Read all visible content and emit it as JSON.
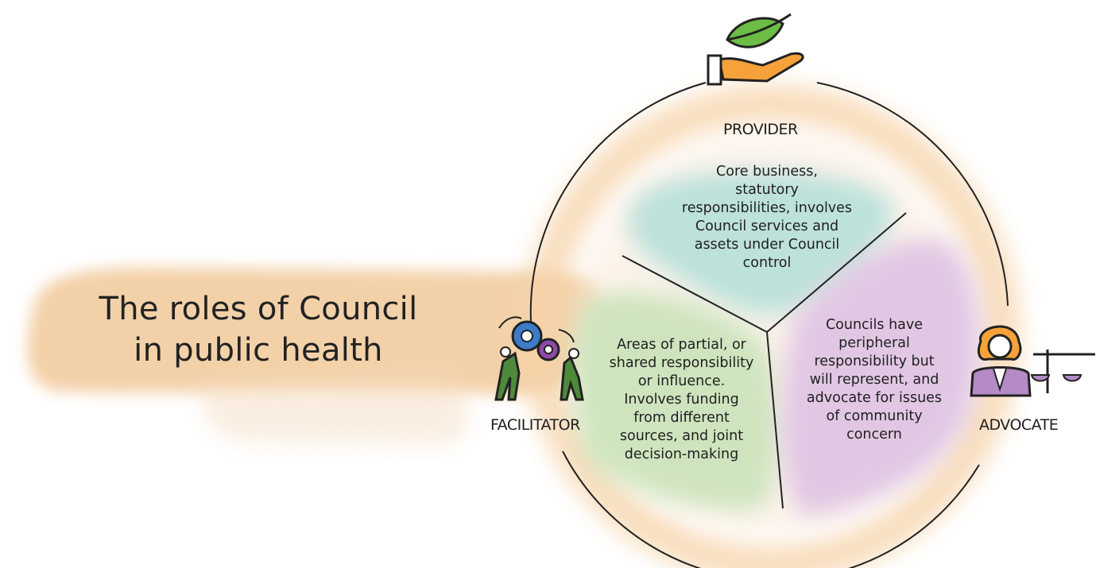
{
  "title": {
    "line1": "The roles of Council",
    "line2": "in public health"
  },
  "roles": {
    "provider": {
      "label": "PROVIDER",
      "icon": "leaf-hand-icon",
      "description": [
        "Core business,",
        "statutory",
        "responsibilities, involves",
        "Council services and",
        "assets under Council",
        "control"
      ]
    },
    "facilitator": {
      "label": "FACILITATOR",
      "icon": "gears-people-icon",
      "description": [
        "Areas of partial, or",
        "shared responsibility",
        "or influence.",
        "Involves funding",
        "from different",
        "sources, and joint",
        "decision-making"
      ]
    },
    "advocate": {
      "label": "ADVOCATE",
      "icon": "judge-scales-icon",
      "description": [
        "Councils have",
        "peripheral",
        "responsibility but",
        "will represent, and",
        "advocate for issues",
        "of community",
        "concern"
      ]
    }
  },
  "colors": {
    "title_band": "#f1c99a",
    "circle_wash": "#f6d3a9",
    "provider_wash": "#a8dcd6",
    "facilitator_wash": "#bfe0b0",
    "advocate_wash": "#d8b9e2",
    "lines": "#222222"
  }
}
